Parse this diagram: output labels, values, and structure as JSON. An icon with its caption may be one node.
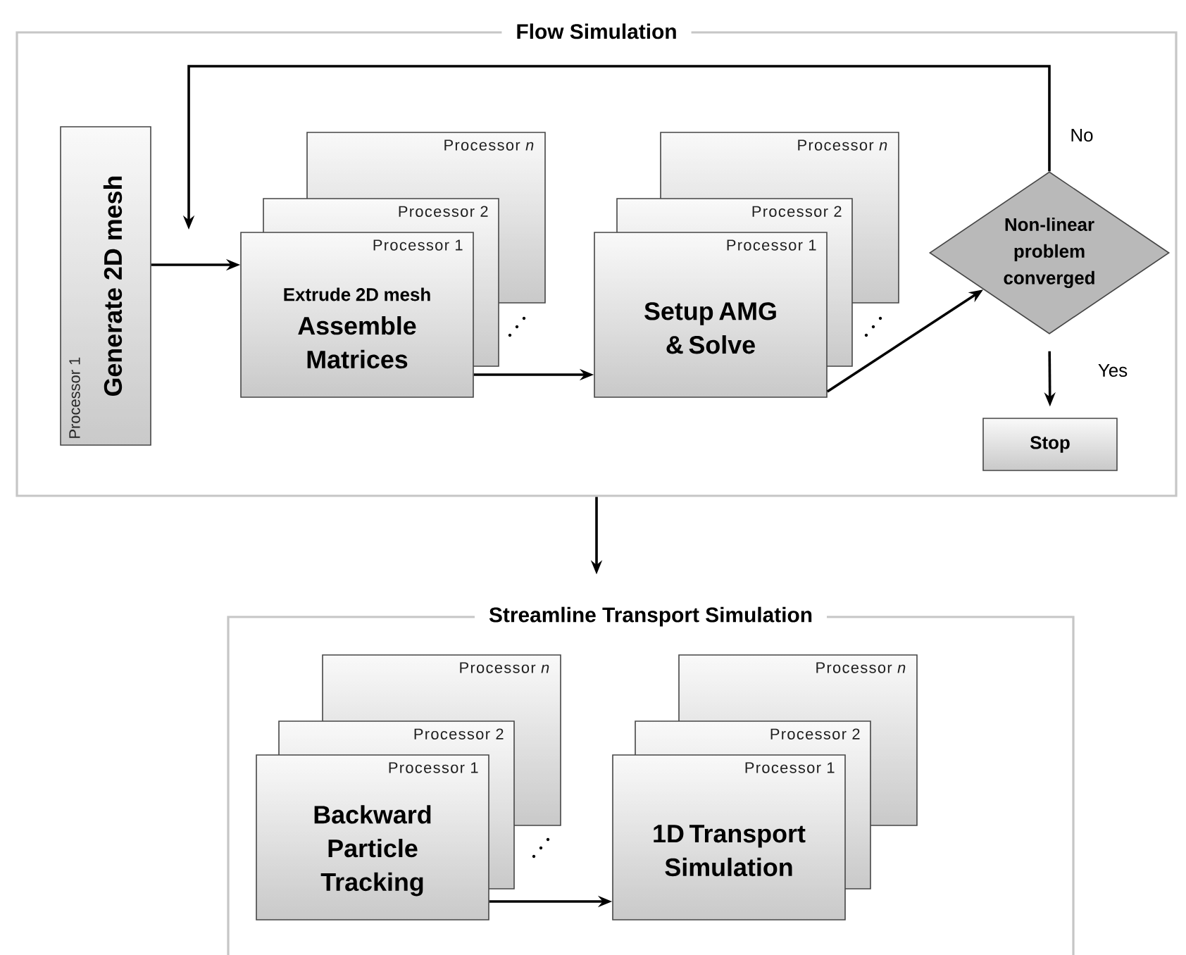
{
  "diagram": {
    "nodes": [
      {
        "text": [
          "Flow Simulation"
        ]
      },
      {
        "text": [
          "Processor 1",
          "Generate 2D mesh"
        ],
        "in": 0
      },
      {
        "text": [
          "Processor 1",
          "Extrude 2D mesh",
          "Assemble Matrices"
        ],
        "in": 0
      },
      {
        "text": [
          "Processor 2"
        ],
        "in": 0
      },
      {
        "text": [
          "Processor *n*"
        ],
        "in": 0
      },
      {
        "text": [
          "Processor 1",
          "Setup AMG & Solve"
        ],
        "in": 0
      },
      {
        "text": [
          "Processor 2"
        ],
        "in": 0
      },
      {
        "text": [
          "Processor *n*"
        ],
        "in": 0
      },
      {
        "text": [
          "Non-linear problem converged"
        ],
        "in": 0
      },
      {
        "text": [
          "Stop"
        ],
        "in": 0
      },
      {
        "text": [
          "Streamline Transport Simulation"
        ]
      },
      {
        "text": [
          "Processor 1",
          "Backward Particle Tracking"
        ],
        "in": 10
      },
      {
        "text": [
          "Processor 2"
        ],
        "in": 10
      },
      {
        "text": [
          "Processor *n*"
        ],
        "in": 10
      },
      {
        "text": [
          "Processor 1",
          "1D Transport Simulation"
        ],
        "in": 10
      },
      {
        "text": [
          "Processor 2"
        ],
        "in": 10
      },
      {
        "text": [
          "Processor *n*"
        ],
        "in": 10
      }
    ],
    "edges": [
      {
        "from": 1,
        "to": 2,
        "arrow": "to"
      },
      {
        "from": 2,
        "to": 5,
        "arrow": "to"
      },
      {
        "from": 5,
        "to": 8,
        "arrow": "to"
      },
      {
        "from": 8,
        "to": 9,
        "arrow": "to",
        "label": "Yes"
      },
      {
        "from": 8,
        "to": null,
        "arrow": "to",
        "label": "No"
      },
      {
        "from": 0,
        "to": 10,
        "arrow": "to"
      },
      {
        "from": 11,
        "to": 14,
        "arrow": "to"
      }
    ]
  }
}
